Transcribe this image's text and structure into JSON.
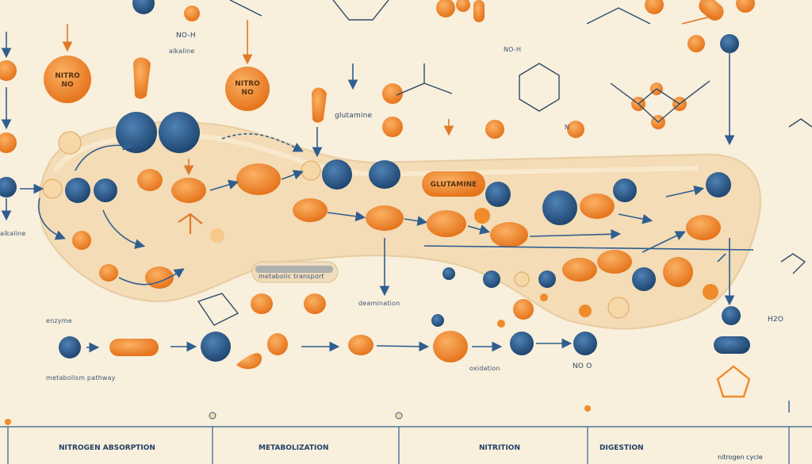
{
  "nodes": {
    "n1": "NITRO",
    "n2": "NO",
    "n3": "NITRO",
    "n4": "NO",
    "n5": "GLUTAMINE"
  },
  "labels": {
    "top_label": "NO-H",
    "top_sub": "alkaline",
    "left_label_a": "alkaline",
    "left_label_b": "enzyme",
    "glut_label": "glutamine",
    "mid_label_a": "NO-H",
    "mid_label_b": "N",
    "h2o": "H2O",
    "no_label": "NO O",
    "bottom_left_label": "metabolism pathway",
    "bottom_mid_label": "deamination",
    "bottom_right_label": "oxidation",
    "center_bar": "metabolic transport"
  },
  "footer": {
    "col1_title": "NITROGEN ABSORPTION",
    "col2_title": "METABOLIZATION",
    "col3_title": "NITRITION",
    "col4_title": "DIGESTION",
    "col4_sub": "nitrogen cycle"
  },
  "colors": {
    "background": "#f8efdc",
    "orange": "#f08a2a",
    "blue": "#2f5e8f",
    "tube": "#f2dcb8",
    "arrow": "#2f5e8f"
  }
}
